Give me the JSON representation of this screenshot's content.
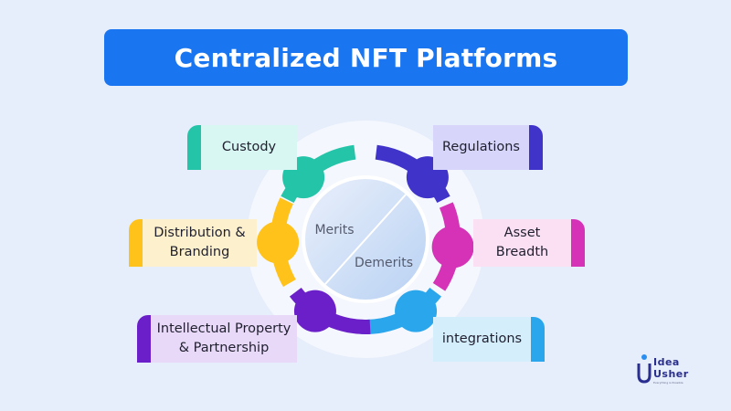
{
  "title": "Centralized NFT Platforms",
  "center": {
    "left_label": "Merits",
    "right_label": "Demerits"
  },
  "left_items": [
    {
      "label": "Custody",
      "color": "#23c4a8",
      "bg": "#d8f7f2"
    },
    {
      "label": "Distribution &\nBranding",
      "color": "#ffc21a",
      "bg": "#fdf0cd"
    },
    {
      "label": "Intellectual Property\n& Partnership",
      "color": "#6a1fc9",
      "bg": "#e8d9f9"
    }
  ],
  "right_items": [
    {
      "label": "Regulations",
      "color": "#3f33c9",
      "bg": "#d7d5fa"
    },
    {
      "label": "Asset\nBreadth",
      "color": "#d532b8",
      "bg": "#fbe0f4"
    },
    {
      "label": "integrations",
      "color": "#2aa6ec",
      "bg": "#d5eefc"
    }
  ],
  "logo": {
    "line1": "Idea",
    "line2": "Usher",
    "tagline": "Everything is Possible"
  },
  "colors": {
    "accent": "#1a76f0",
    "background": "#e6edfb"
  }
}
